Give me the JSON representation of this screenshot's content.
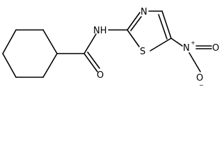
{
  "molecule": {
    "atoms": {
      "amide_n": "NH",
      "carbonyl_o": "O",
      "thiazole_n": "N",
      "thiazole_s": "S",
      "nitro_n": "N",
      "nitro_n_charge": "+",
      "nitro_o_top": "O",
      "nitro_o_bottom": "O",
      "nitro_o_bottom_charge": "−"
    }
  }
}
